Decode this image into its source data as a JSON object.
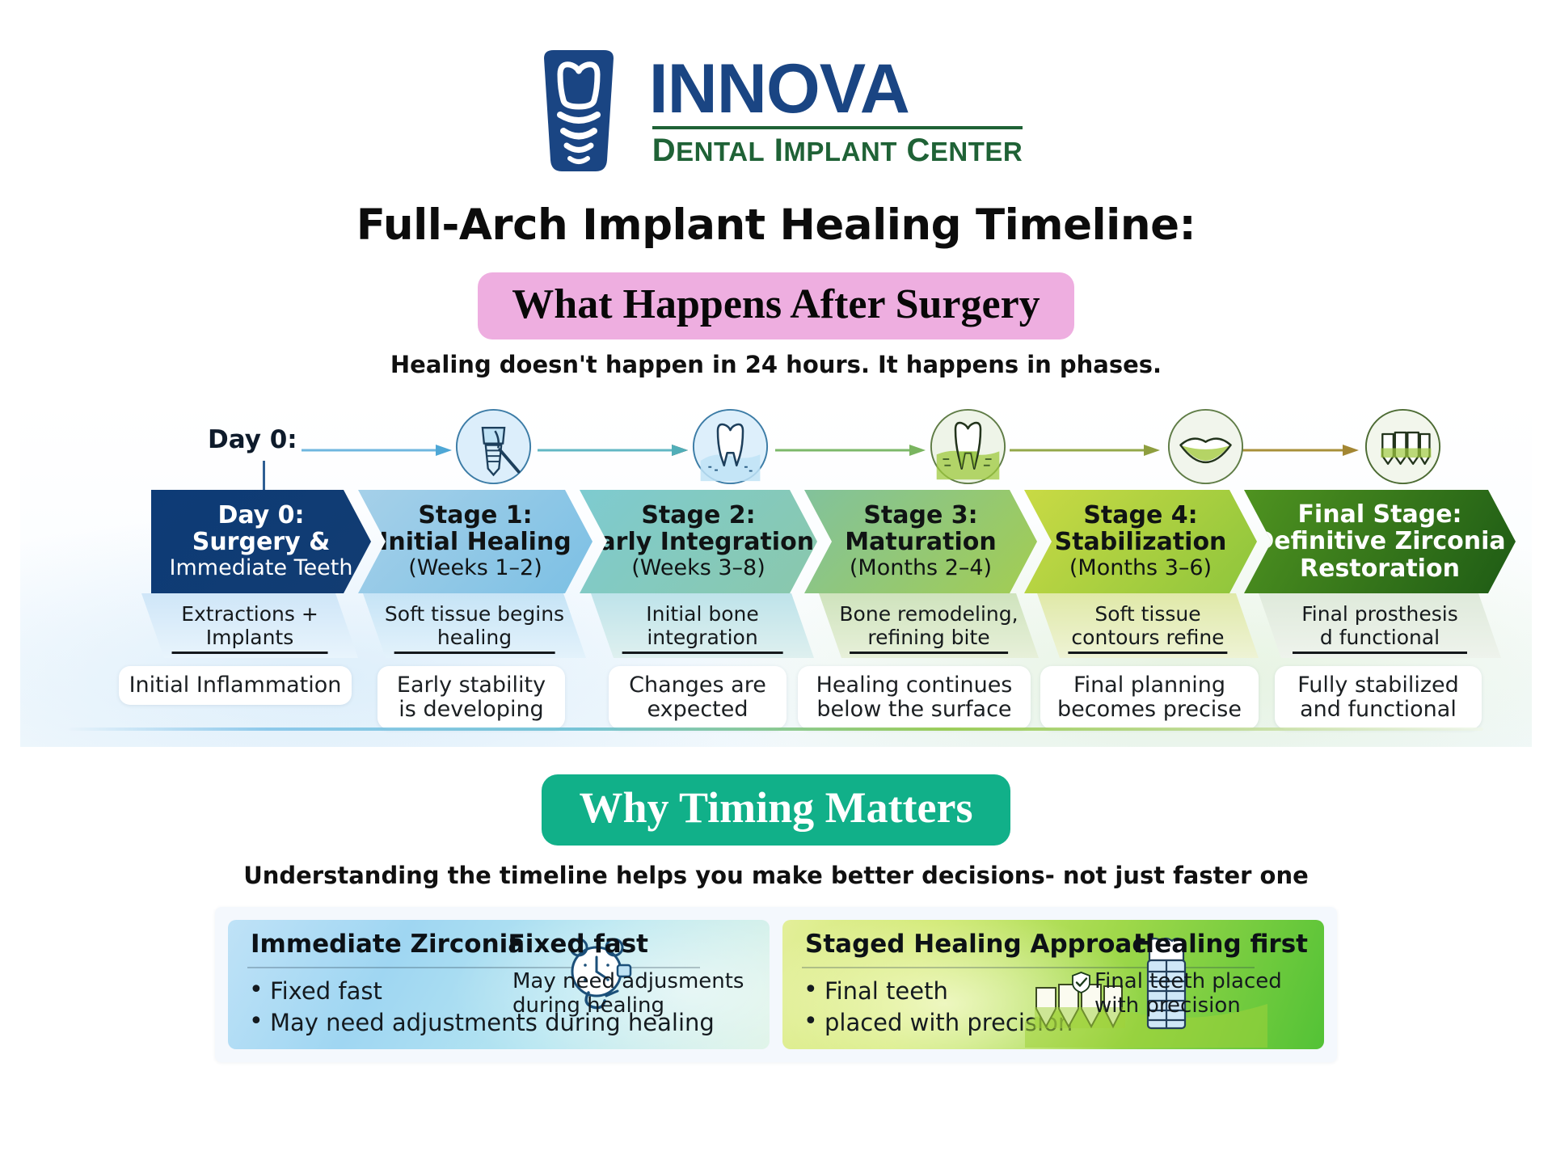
{
  "logo": {
    "mark_name": "dental-implant-tooth-logo-mark",
    "word": "INNOVA",
    "subtitle_parts": [
      "D",
      "ENTAL",
      " I",
      "MPLANT",
      " C",
      "ENTER"
    ],
    "subtitle_full": "DENTAL IMPLANT CENTER",
    "colors": {
      "blue": "#1a4583",
      "green": "#1f6236"
    }
  },
  "headings": {
    "main_title": "Full-Arch Implant Healing Timeline:",
    "pill_what_happens": "What Happens After Surgery",
    "pill_what_happens_bg": "#eeaee0",
    "sub_line_1": "Healing doesn't happen in 24 hours. It happens in phases.",
    "pill_why_timing": "Why Timing Matters",
    "pill_why_timing_bg": "#11b089",
    "sub_line_2": "Understanding the timeline helps you make better decisions- not just faster one"
  },
  "timeline": {
    "day0_label": "Day 0:",
    "icons": [
      {
        "name": "implant-with-probe-icon"
      },
      {
        "name": "tooth-gum-swelling-icon"
      },
      {
        "name": "tooth-integrating-bone-icon"
      },
      {
        "name": "smile-lips-icon"
      },
      {
        "name": "full-arch-bridge-icon"
      }
    ],
    "stages": [
      {
        "title": "Day 0:",
        "subtitle": "Surgery &",
        "caption": "Immediate Teeth",
        "desc": "Extractions +\nImplants",
        "desc_line1": "Extractions +",
        "desc_line2": "Implants",
        "note_line1": "Initial Inflammation",
        "note_line2": "",
        "chevron_color_start": "#0d3b76",
        "chevron_color_end": "#123c72",
        "text_color": "light"
      },
      {
        "title": "Stage 1:",
        "subtitle": "Initial Healing",
        "caption": "(Weeks 1–2)",
        "desc_line1": "Soft tissue begins",
        "desc_line2": "healing",
        "note_line1": "Early stability",
        "note_line2": "is developing",
        "chevron_color_start": "#9ecbe7",
        "chevron_color_end": "#7fc0e2",
        "text_color": "dark"
      },
      {
        "title": "Stage 2:",
        "subtitle": "Early Integration",
        "caption": "(Weeks 3–8)",
        "desc_line1": "Initial bone",
        "desc_line2": "integration",
        "note_line1": "Changes are",
        "note_line2": "expected",
        "chevron_color_start": "#7cc9cd",
        "chevron_color_end": "#86c6b0",
        "text_color": "dark"
      },
      {
        "title": "Stage 3:",
        "subtitle": "Maturation",
        "caption": "(Months 2–4)",
        "desc_line1": "Bone remodeling,",
        "desc_line2": "refining bite",
        "note_line1": "Healing continues",
        "note_line2": "below the surface",
        "chevron_color_start": "#7fc09a",
        "chevron_color_end": "#9ecb55",
        "text_color": "dark"
      },
      {
        "title": "Stage 4:",
        "subtitle": "Stabilization",
        "caption": "(Months 3–6)",
        "desc_line1": "Soft tissue",
        "desc_line2": "contours refine",
        "note_line1": "Final planning",
        "note_line2": "becomes precise",
        "chevron_color_start": "#c4d842",
        "chevron_color_end": "#8cc43c",
        "text_color": "dark"
      },
      {
        "title": "Final Stage:",
        "subtitle": "Definitive Zirconia",
        "caption": "Restoration",
        "desc_line1": "Final prosthesis",
        "desc_line2": "d functional",
        "note_line1": "Fully stabilized",
        "note_line2": "and functional",
        "chevron_color_start": "#4b8e1f",
        "chevron_color_end": "#1f5c16",
        "text_color": "light"
      }
    ]
  },
  "compare": {
    "left": {
      "heading": "Immediate Zirconia",
      "bullets": [
        "Fixed fast",
        "May need adjustments during healing"
      ],
      "side_heading": "Fixed fast",
      "side_text": "May need adjusments during healing",
      "art_name": "alarm-clock-icon"
    },
    "right": {
      "heading": "Staged Healing Approach",
      "bullets": [
        "Final teeth",
        "placed with precision"
      ],
      "bullet_line1": "Final teeth",
      "bullet_line2": "placed with precision",
      "side_heading": "Healing first",
      "side_text": "Final teeth placed with precision",
      "check_icon": "check-shield-icon",
      "art_name": "implant-and-bridge-illustration"
    }
  }
}
